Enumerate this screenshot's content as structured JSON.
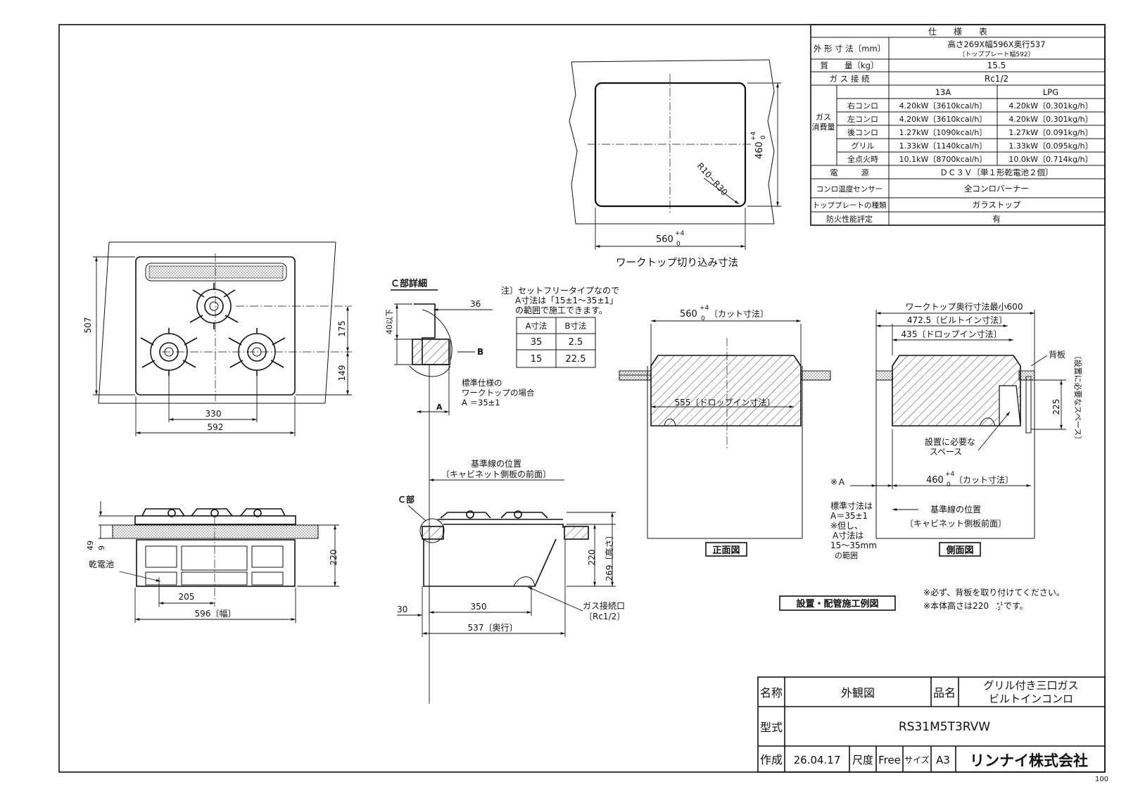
{
  "spec_table": {
    "header": "仕　　様　　表",
    "rows": [
      {
        "label": "外 形 寸 法〔mm〕",
        "value": "高さ269X幅596X奥行537",
        "sub": "〔トッププレート幅592〕"
      },
      {
        "label": "質　　量〔kg〕",
        "value": "15.5"
      },
      {
        "label": "ガ ス 接 続",
        "value": "Rc1/2"
      }
    ],
    "gas_group_label_1": "ガス",
    "gas_group_label_2": "消費量",
    "gas_col_13a": "13A",
    "gas_col_lpg": "LPG",
    "gas_rows": [
      {
        "label": "右コンロ",
        "v13a": "4.20kW〔3610kcal/h〕",
        "vlpg": "4.20kW〔0.301kg/h〕"
      },
      {
        "label": "左コンロ",
        "v13a": "4.20kW〔3610kcal/h〕",
        "vlpg": "4.20kW〔0.301kg/h〕"
      },
      {
        "label": "後コンロ",
        "v13a": "1.27kW〔1090kcal/h〕",
        "vlpg": "1.27kW〔0.091kg/h〕"
      },
      {
        "label": "グリル",
        "v13a": "1.33kW〔1140kcal/h〕",
        "vlpg": "1.33kW〔0.095kg/h〕"
      },
      {
        "label": "全点火時",
        "v13a": "10.1kW〔8700kcal/h〕",
        "vlpg": "10.0kW〔0.714kg/h〕"
      }
    ],
    "rows2": [
      {
        "label": "電　　　源",
        "value": "ＤＣ３Ｖ〔単１形乾電池２個〕"
      },
      {
        "label": "コンロ温度センサー",
        "value": "全コンロバーナー"
      },
      {
        "label": "トッププレートの種類",
        "value": "ガラストップ"
      },
      {
        "label": "防火性能評定",
        "value": "有"
      }
    ]
  },
  "cutout": {
    "title": "ワークトップ切り込み寸法",
    "width": "560",
    "depth": "460",
    "tol": "+4",
    "tol0": "0",
    "radius": "R10~R30"
  },
  "top_view": {
    "dim_507": "507",
    "dim_175": "175",
    "dim_149": "149",
    "dim_330": "330",
    "dim_592": "592"
  },
  "front_view": {
    "dim_49": "49",
    "dim_9": "9",
    "dim_220": "220",
    "dim_205": "205",
    "dim_596": "596〔幅〕",
    "battery": "乾電池"
  },
  "detail_c": {
    "title": "Ｃ部詳細",
    "dim_36": "36",
    "dim_40": "40以下",
    "label_b": "B",
    "label_a": "A",
    "std_note_1": "標準仕様の",
    "std_note_2": "ワークトップの場合",
    "std_note_3": "A ＝35±1",
    "note_1": "注〕セットフリータイプなので",
    "note_2": "A寸法は「15±1～35±1」",
    "note_3": "の範囲で施工できます。",
    "table_head": [
      "A寸法",
      "B寸法"
    ],
    "table_rows": [
      [
        "35",
        "2.5"
      ],
      [
        "15",
        "22.5"
      ]
    ],
    "ref_1": "基準線の位置",
    "ref_2": "〔キャビネット側板の前面〕"
  },
  "side_view": {
    "c_label": "Ｃ部",
    "dim_220": "220",
    "dim_269": "269〔高さ〕",
    "dim_30": "30",
    "dim_350": "350",
    "dim_537": "537〔奥行〕",
    "gas_1": "ガス接続口",
    "gas_2": "〔Rc1/2〕"
  },
  "install_front": {
    "cut": "〔カット寸法〕",
    "drop": "555〔ドロップイン寸法〕",
    "label": "正面図"
  },
  "install_side": {
    "min": "ワークトップ奥行寸法最小600",
    "builtin": "472.5〔ビルトイン寸法〕",
    "dropin": "435〔ドロップイン寸法〕",
    "backboard": "背板",
    "dim_225": "225",
    "space_v": "〔設置に必要なスペース〕",
    "space_1": "設置に必要な",
    "space_2": "スペース",
    "cut": "460",
    "cut_suffix": "〔カット寸法〕",
    "star_a": "※Ａ",
    "ref_1": "基準線の位置",
    "ref_2": "〔キャビネット側板前面〕",
    "label": "側面図"
  },
  "install_notes": {
    "std_1": "標準寸法は",
    "std_2": "A＝35±1",
    "std_3": "※但し、",
    "std_4": "A寸法は",
    "std_5": "15～35mm",
    "std_6": "の範囲",
    "section_title": "設置・配管施工例図",
    "warn_1": "※必ず、背板を取り付けてください。",
    "warn_2": "※本体高さは220",
    "warn_2b": "です。",
    "warn_tol": "+1",
    "warn_tol2": "-2"
  },
  "title_block": {
    "name_label": "名称",
    "name_value": "外観図",
    "product_label": "品名",
    "product_1": "グリル付き三口ガス",
    "product_2": "ビルトインコンロ",
    "model_label": "型式",
    "model_value": "RS31M5T3RVW",
    "made_label": "作成",
    "made_value": "26.04.17",
    "scale_label": "尺度",
    "scale_value": "Free",
    "size_label": "サイズ",
    "size_value": "A3",
    "company": "リンナイ株式会社",
    "sheet_mark": "100"
  }
}
